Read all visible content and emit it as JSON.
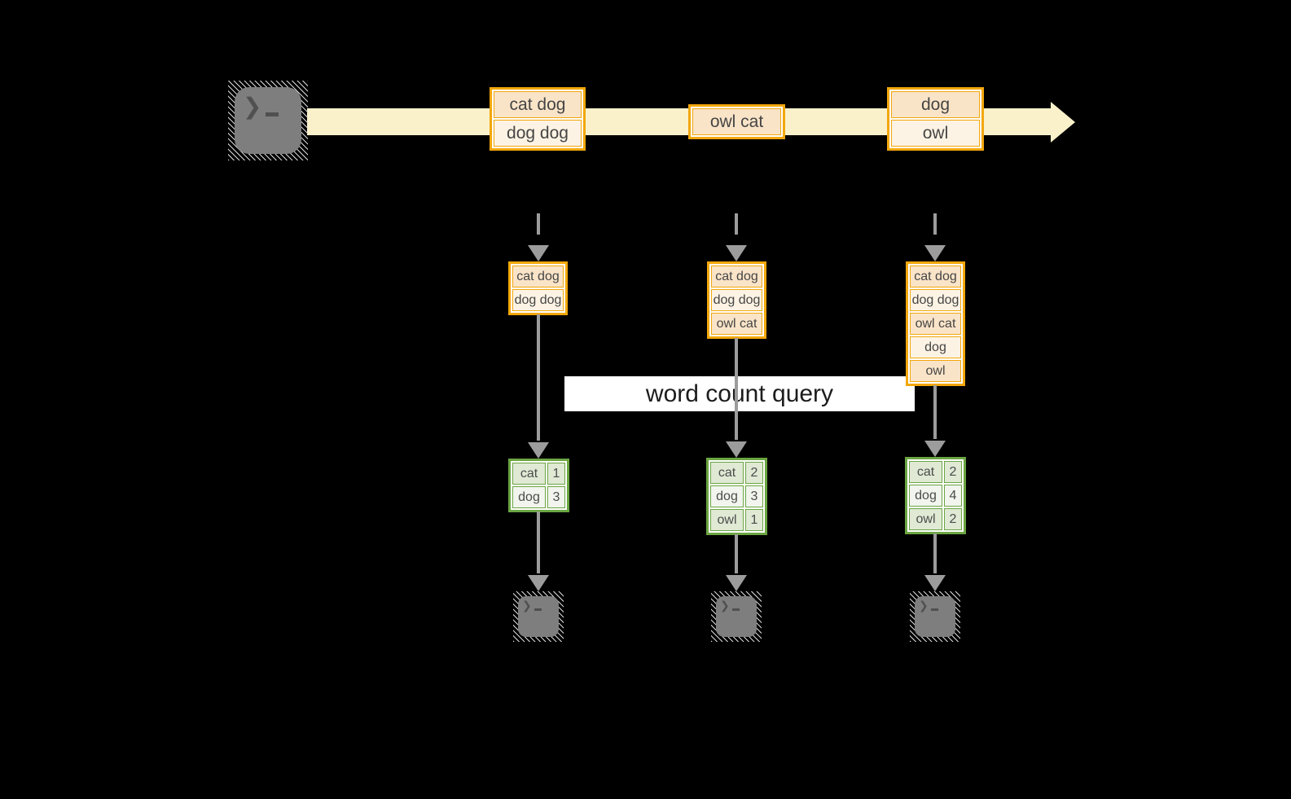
{
  "banner": {
    "label": "word count query"
  },
  "stream": {
    "box1": [
      "cat dog",
      "dog dog"
    ],
    "box2": [
      "owl cat"
    ],
    "box3": [
      "dog",
      "owl"
    ]
  },
  "batches": {
    "b1": [
      "cat dog",
      "dog dog"
    ],
    "b2": [
      "cat dog",
      "dog dog",
      "owl cat"
    ],
    "b3": [
      "cat dog",
      "dog dog",
      "owl cat",
      "dog",
      "owl"
    ]
  },
  "counts": {
    "t1": [
      {
        "word": "cat",
        "count": "1"
      },
      {
        "word": "dog",
        "count": "3"
      }
    ],
    "t2": [
      {
        "word": "cat",
        "count": "2"
      },
      {
        "word": "dog",
        "count": "3"
      },
      {
        "word": "owl",
        "count": "1"
      }
    ],
    "t3": [
      {
        "word": "cat",
        "count": "2"
      },
      {
        "word": "dog",
        "count": "4"
      },
      {
        "word": "owl",
        "count": "2"
      }
    ]
  },
  "icons": {
    "terminal_chevron": "❯"
  },
  "colors": {
    "background": "#000000",
    "stream_fill": "#FAF1CB",
    "box_border_orange": "#F2A70C",
    "box_fill_peach": "#FAE4C8",
    "box_fill_cream": "#FDF3E4",
    "table_border_green": "#6BA542",
    "table_fill_green_dark": "#DFE9D4",
    "table_fill_green_light": "#F1F5ED",
    "arrow_gray": "#9C9C9C",
    "terminal_gray": "#7E7E7E",
    "banner_bg": "#FFFFFF",
    "banner_text": "#1C1C1C"
  }
}
